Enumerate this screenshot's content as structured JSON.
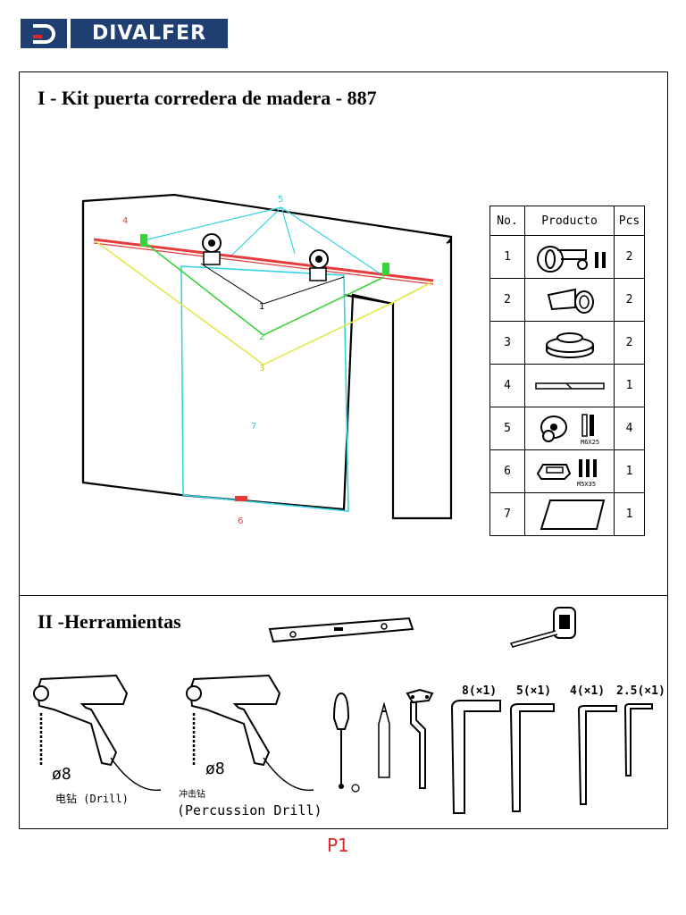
{
  "logo": {
    "brand": "DIVALFER",
    "mark_letter": "D"
  },
  "section1": {
    "title": "I - Kit puerta corredera de madera - 887"
  },
  "diagram_markers": [
    "1",
    "2",
    "3",
    "4",
    "5",
    "6",
    "7"
  ],
  "parts_table": {
    "headers": {
      "no": "No.",
      "product": "Producto",
      "pcs": "Pcs"
    },
    "rows": [
      {
        "no": "1",
        "pcs": "2",
        "icon": "wheel-hanger-icon"
      },
      {
        "no": "2",
        "pcs": "2",
        "icon": "end-stop-icon"
      },
      {
        "no": "3",
        "pcs": "2",
        "icon": "spacer-icon"
      },
      {
        "no": "4",
        "pcs": "1",
        "icon": "rail-icon"
      },
      {
        "no": "5",
        "pcs": "4",
        "icon": "wall-bracket-icon",
        "screw_label": "M6X25"
      },
      {
        "no": "6",
        "pcs": "1",
        "icon": "floor-guide-icon",
        "screw_label": "M5X35"
      },
      {
        "no": "7",
        "pcs": "1",
        "icon": "door-panel-icon"
      }
    ]
  },
  "section2": {
    "title": "II -Herramientas",
    "drill": {
      "diameter": "ø8",
      "label": "电钻 (Drill)"
    },
    "percussion_drill": {
      "diameter": "ø8",
      "label_cn": "冲击钻",
      "label": "(Percussion Drill)"
    },
    "keys": [
      "8(×1)",
      "5(×1)",
      "4(×1)",
      "2.5(×1)"
    ]
  },
  "page_number": "P1",
  "colors": {
    "brand": "#1f3f73",
    "accent_red": "#e0262a",
    "cyan": "#33d4e0",
    "yellow": "#e6e64a",
    "green": "#37d437",
    "red_line": "#e63b3b"
  }
}
